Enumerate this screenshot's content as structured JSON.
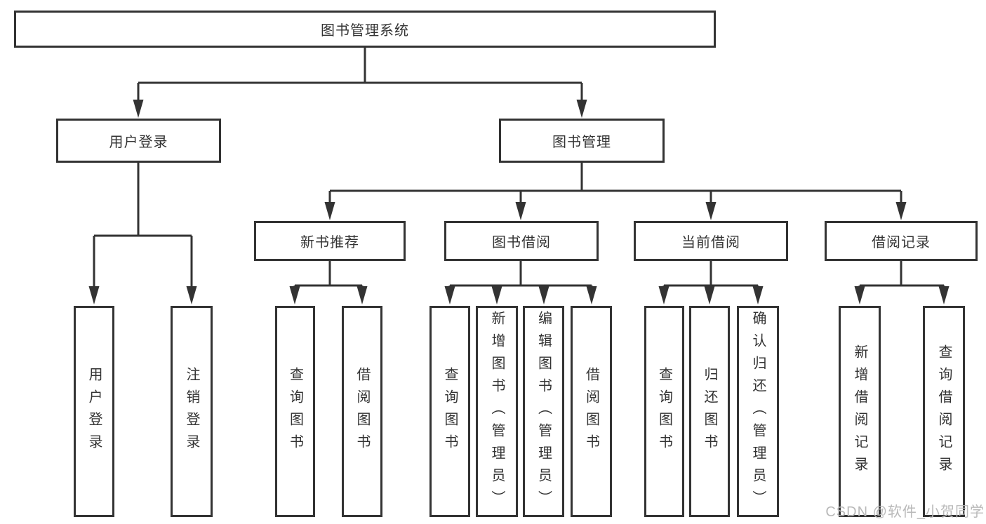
{
  "diagram": {
    "root": {
      "label": "图书管理系统"
    },
    "branches": [
      {
        "label": "用户登录",
        "children": [
          "用户登录",
          "注销登录"
        ]
      },
      {
        "label": "图书管理",
        "groups": [
          {
            "label": "新书推荐",
            "children": [
              "查询图书",
              "借阅图书"
            ]
          },
          {
            "label": "图书借阅",
            "children": [
              "查询图书",
              "新增图书（管理员）",
              "编辑图书（管理员）",
              "借阅图书"
            ]
          },
          {
            "label": "当前借阅",
            "children": [
              "查询图书",
              "归还图书",
              "确认归还（管理员）"
            ]
          },
          {
            "label": "借阅记录",
            "children": [
              "新增借阅记录",
              "查询借阅记录"
            ]
          }
        ]
      }
    ]
  },
  "watermark": "CSDN @软件_小贺同学",
  "colors": {
    "line": "#333333",
    "text": "#333333",
    "background": "#ffffff",
    "watermark": "#b9b9b9"
  }
}
